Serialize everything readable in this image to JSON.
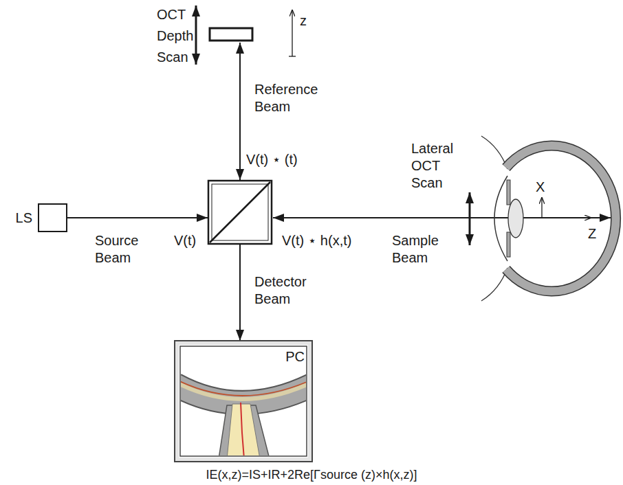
{
  "diagram": {
    "nodes": [
      {
        "text": [
          "LS"
        ]
      },
      {
        "text": [
          "PC"
        ]
      }
    ],
    "labels": [
      "OCT Depth Scan",
      "z",
      "Reference Beam",
      "V(t) ⋆ (t)",
      "Lateral OCT Scan",
      "X",
      "Z",
      "Source Beam",
      "V(t)",
      "V(t) ⋆ h(x,t)",
      "Sample Beam",
      "Detector Beam",
      "IE(x,z)=IS+IR+2Re[Γsource (z)×h(x,z)]"
    ]
  }
}
